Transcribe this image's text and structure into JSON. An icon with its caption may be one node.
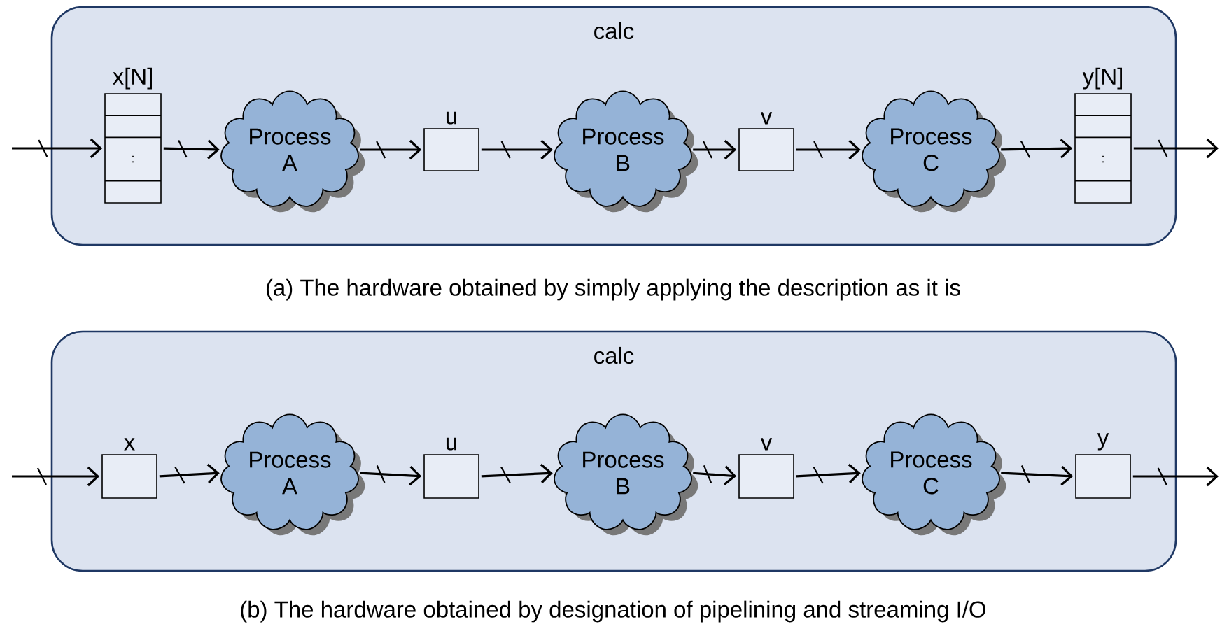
{
  "diagram": {
    "nodes": [
      {
        "text": [
          "calc"
        ]
      },
      {
        "text": [
          "x[N]",
          ":"
        ],
        "in": 0
      },
      {
        "text": [
          "Process A"
        ],
        "in": 0
      },
      {
        "text": [
          "u"
        ],
        "in": 0
      },
      {
        "text": [
          "Process B"
        ],
        "in": 0
      },
      {
        "text": [
          "v"
        ],
        "in": 0
      },
      {
        "text": [
          "Process C"
        ],
        "in": 0
      },
      {
        "text": [
          "y[N]",
          ":"
        ],
        "in": 0
      },
      {
        "text": [
          "calc"
        ]
      },
      {
        "text": [
          "x"
        ],
        "in": 8
      },
      {
        "text": [
          "Process A"
        ],
        "in": 8
      },
      {
        "text": [
          "u"
        ],
        "in": 8
      },
      {
        "text": [
          "Process B"
        ],
        "in": 8
      },
      {
        "text": [
          "v"
        ],
        "in": 8
      },
      {
        "text": [
          "Process C"
        ],
        "in": 8
      },
      {
        "text": [
          "y"
        ],
        "in": 8
      }
    ],
    "edges": [
      {
        "from": null,
        "to": 1,
        "arrow": "to"
      },
      {
        "from": 1,
        "to": 2,
        "arrow": "to"
      },
      {
        "from": 2,
        "to": 3,
        "arrow": "to"
      },
      {
        "from": 3,
        "to": 4,
        "arrow": "to"
      },
      {
        "from": 4,
        "to": 5,
        "arrow": "to"
      },
      {
        "from": 5,
        "to": 6,
        "arrow": "to"
      },
      {
        "from": 6,
        "to": 7,
        "arrow": "to"
      },
      {
        "from": 7,
        "to": null,
        "arrow": "to"
      },
      {
        "from": null,
        "to": 9,
        "arrow": "to"
      },
      {
        "from": 9,
        "to": 10,
        "arrow": "to"
      },
      {
        "from": 10,
        "to": 11,
        "arrow": "to"
      },
      {
        "from": 11,
        "to": 12,
        "arrow": "to"
      },
      {
        "from": 12,
        "to": 13,
        "arrow": "to"
      },
      {
        "from": 13,
        "to": 14,
        "arrow": "to"
      },
      {
        "from": 14,
        "to": 15,
        "arrow": "to"
      },
      {
        "from": 15,
        "to": null,
        "arrow": "to"
      }
    ],
    "labels": [
      "(a) The hardware obtained by simply applying the description as it is",
      "(b) The hardware obtained by designation of pipelining and streaming I/O"
    ]
  }
}
